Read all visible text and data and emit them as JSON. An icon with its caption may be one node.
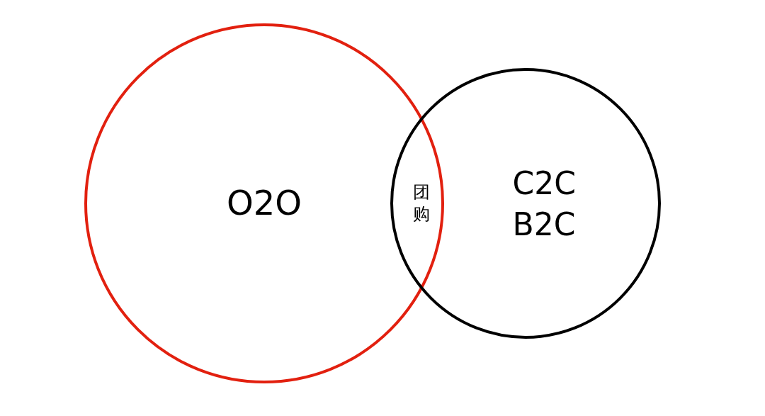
{
  "diagram": {
    "nodes": [
      {
        "text": [
          "O2O"
        ]
      },
      {
        "text": [
          "C2C",
          "B2C"
        ]
      }
    ],
    "edges": [],
    "labels": [
      "团购"
    ]
  }
}
